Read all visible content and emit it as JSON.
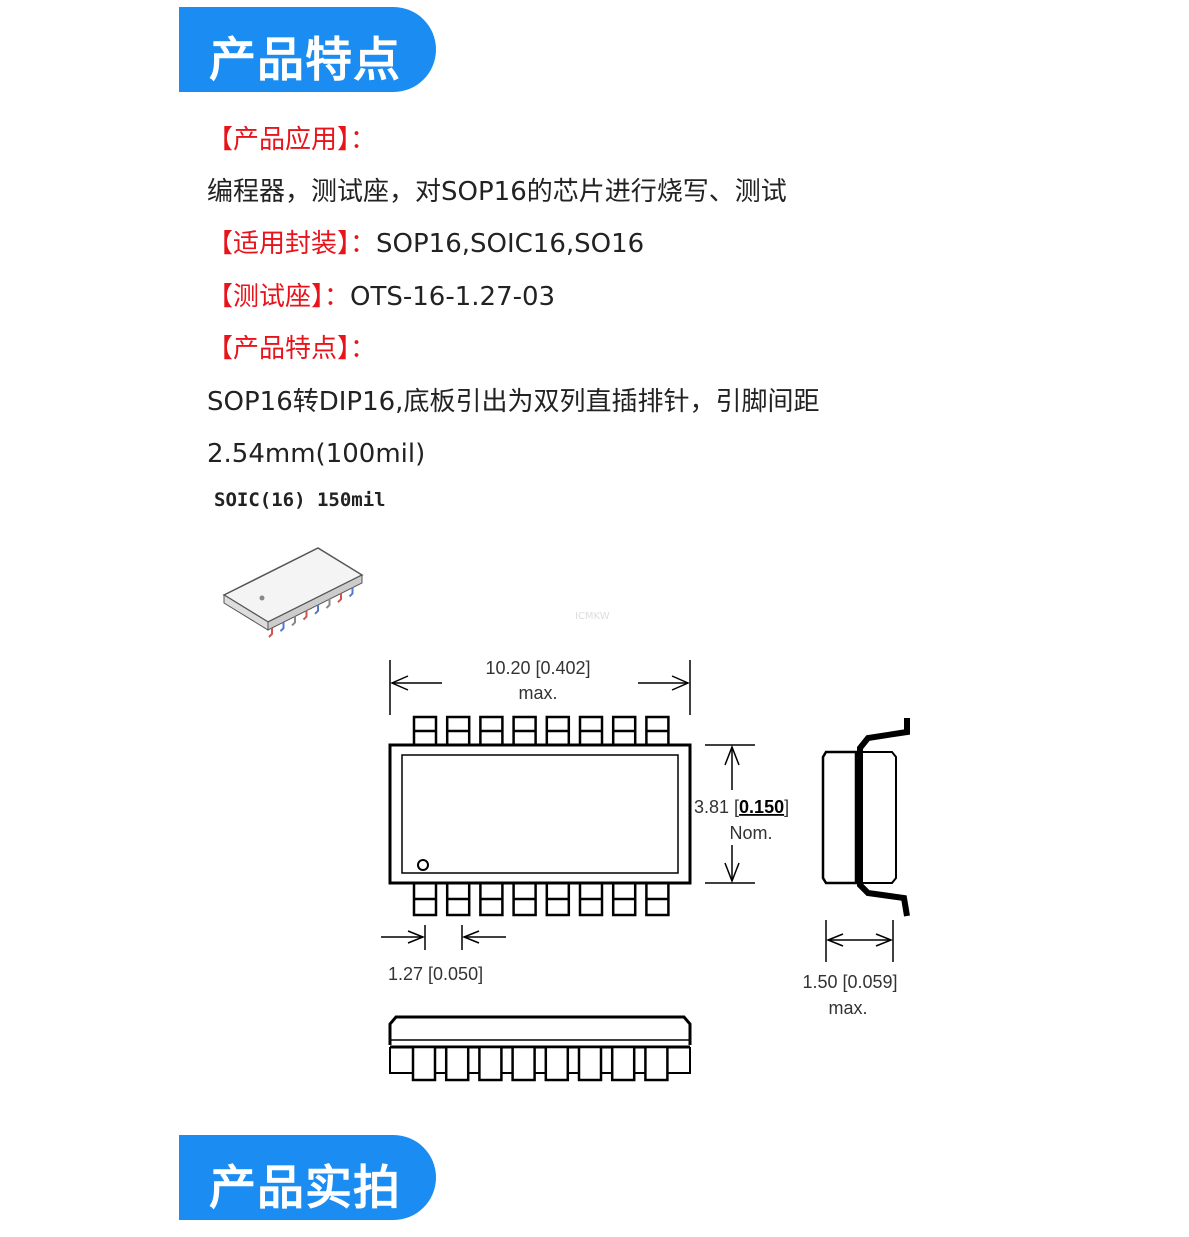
{
  "banners": {
    "features": "产品特点",
    "photos": "产品实拍"
  },
  "lines": {
    "application_label": "【产品应用】：",
    "application_text": "编程器，测试座，对SOP16的芯片进行烧写、测试",
    "package_label": "【适用封装】：",
    "package_value": "SOP16,SOIC16,SO16",
    "socket_label": "【测试座】：",
    "socket_value": "OTS-16-1.27-03",
    "features_label": "【产品特点】：",
    "features_text_1": "SOP16转DIP16,底板引出为双列直插排针，引脚间距",
    "features_text_2": "2.54mm(100mil)"
  },
  "diagram": {
    "title": "SOIC(16) 150mil",
    "watermark": "ICMKW",
    "length": "10.20 [0.402]",
    "length_note": "max.",
    "width_prefix": "3.81 [",
    "width_inch": "0.150",
    "width_suffix": "]",
    "width_note": "Nom.",
    "pitch": "1.27 [0.050]",
    "height": "1.50 [0.059]",
    "height_note": "max."
  },
  "colors": {
    "brand_blue": "#1a8cf2",
    "label_red": "#e8141b"
  }
}
